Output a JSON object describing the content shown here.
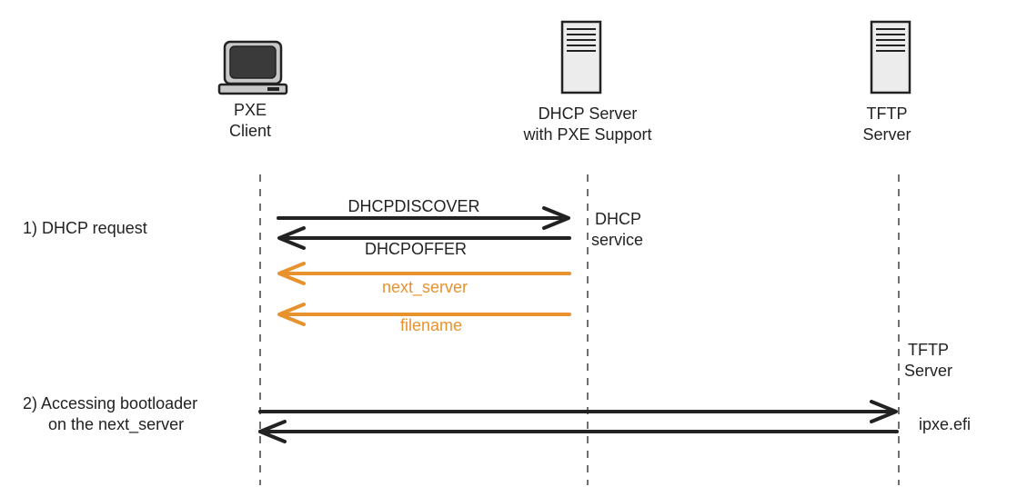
{
  "participants": {
    "client": {
      "line1": "PXE",
      "line2": "Client",
      "icon": "computer-icon"
    },
    "dhcp": {
      "line1": "DHCP Server",
      "line2": "with PXE Support",
      "icon": "server-icon"
    },
    "tftp": {
      "line1": "TFTP",
      "line2": "Server",
      "icon": "server-icon"
    }
  },
  "steps": {
    "step1": {
      "label": "1) DHCP request"
    },
    "step2": {
      "line1": "2) Accessing bootloader",
      "line2": "on the next_server"
    }
  },
  "messages": {
    "discover": "DHCPDISCOVER",
    "offer": "DHCPOFFER",
    "next_server": "next_server",
    "filename": "filename",
    "ipxe": "ipxe.efi"
  },
  "annotations": {
    "dhcp_service": {
      "line1": "DHCP",
      "line2": "service"
    },
    "tftp_server": {
      "line1": "TFTP",
      "line2": "Server"
    }
  },
  "colors": {
    "dark": "#222222",
    "accent": "#E8922E"
  }
}
